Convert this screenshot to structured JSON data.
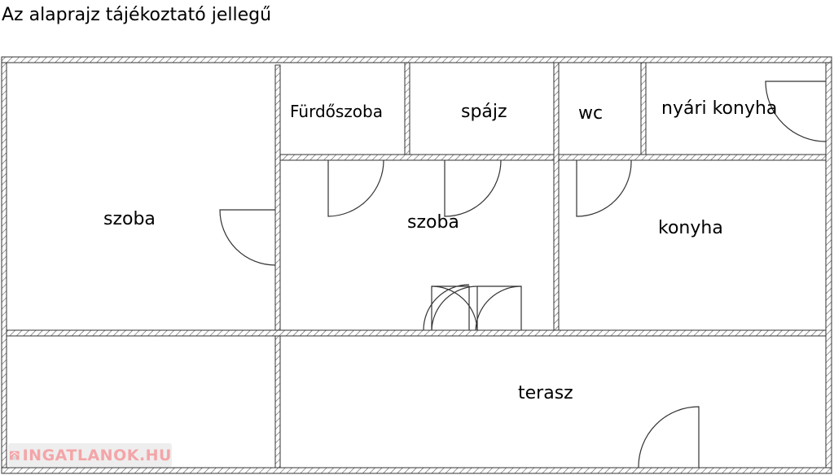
{
  "title": "Az alaprajz tájékoztató jellegű",
  "rooms": {
    "szoba_left": "szoba",
    "furdoszoba": "Fürdőszoba",
    "spajz": "spájz",
    "wc": "wc",
    "nyari_konyha": "nyári konyha",
    "szoba_center": "szoba",
    "konyha": "konyha",
    "terasz": "terasz"
  },
  "watermark": "INGATLANOK.HU",
  "colors": {
    "watermark": "#f4a5a8",
    "wall": "#333333"
  }
}
